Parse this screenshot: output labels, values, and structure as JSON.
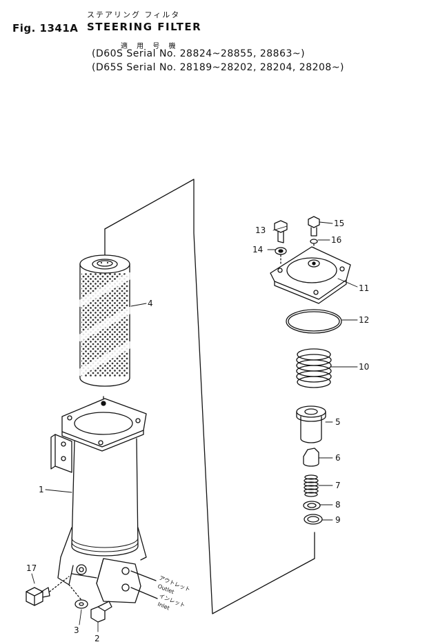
{
  "header": {
    "fig_number": "Fig. 1341A",
    "title_jp": "ステアリング フィルタ",
    "title_en": "STEERING FILTER",
    "serial_heading_jp": "適 用 号 機",
    "serial_line_1": "(D60S Serial No. 28824~28855, 28863~)",
    "serial_line_2": "(D65S Serial No. 28189~28202, 28204, 28208~)"
  },
  "part_numbers": {
    "p1": "1",
    "p2": "2",
    "p3": "3",
    "p4": "4",
    "p5": "5",
    "p6": "6",
    "p7": "7",
    "p8": "8",
    "p9": "9",
    "p10": "10",
    "p11": "11",
    "p12": "12",
    "p13": "13",
    "p14": "14",
    "p15": "15",
    "p16": "16",
    "p17": "17"
  },
  "ports": {
    "outlet_jp": "アウトレット",
    "outlet_en": "Outlet",
    "inlet_jp": "インレット",
    "inlet_en": "Inlet"
  }
}
